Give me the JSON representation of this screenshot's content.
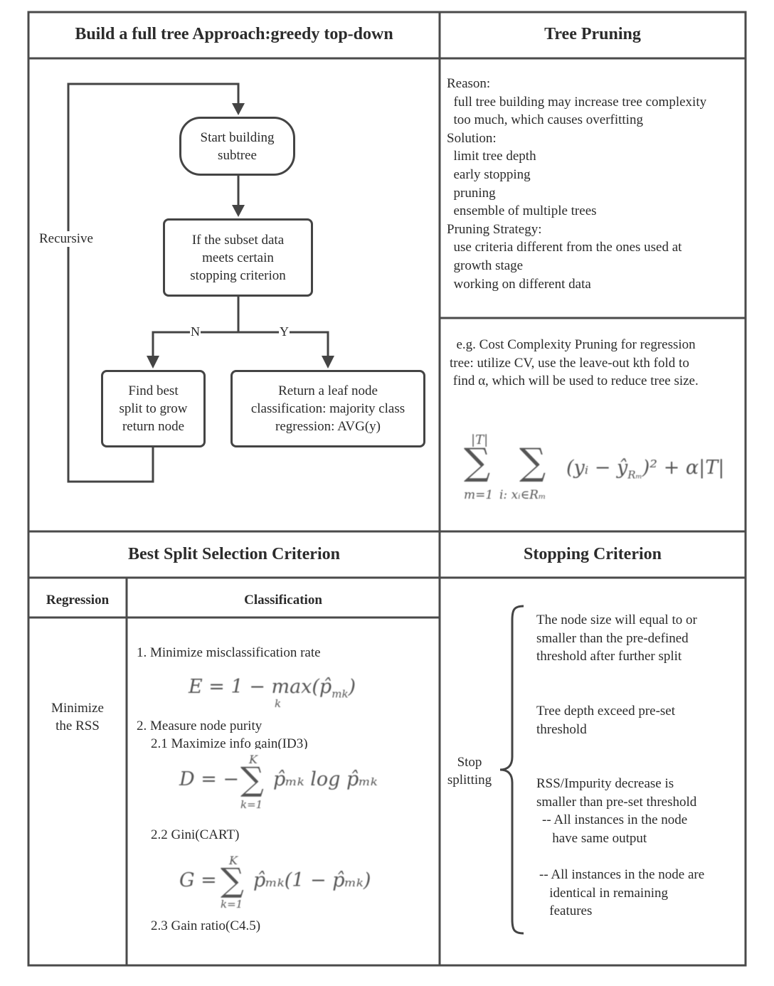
{
  "sections": {
    "build": {
      "title": "Build a full tree Approach:greedy top-down",
      "recursive_label": "Recursive",
      "start_node": "Start building\nsubtree",
      "decision_node": "If the subset data\nmeets certain\nstopping criterion",
      "branch_no": "N",
      "branch_yes": "Y",
      "split_node": "Find best\nsplit to grow\nreturn node",
      "leaf_node": "Return a leaf node\nclassification: majority class\nregression: AVG(y)"
    },
    "pruning": {
      "title": "Tree Pruning",
      "lines": [
        "Reason:",
        "  full tree building may increase tree complexity",
        "  too much, which causes overfitting",
        "Solution:",
        "  limit tree depth",
        "  early stopping",
        "  pruning",
        "  ensemble of multiple trees",
        "Pruning Strategy:",
        "  use criteria different from the ones used at",
        "  growth stage",
        "  working on different data"
      ],
      "example_lines": [
        "  e.g. Cost Complexity Pruning for regression",
        "tree: utilize CV, use the leave-out kth fold to",
        " find α, which will be used to reduce tree size."
      ],
      "formula": {
        "upper_limit": "|T|",
        "lower_limit_outer": "m=1",
        "lower_limit_inner": "i: xᵢ∈Rₘ",
        "body": "(yᵢ − ŷ",
        "body_sub": "Rₘ",
        "body_end": ")² + α|T|"
      }
    },
    "best_split": {
      "title": "Best Split Selection Criterion",
      "col_regression": "Regression",
      "col_classification": "Classification",
      "regression_text": "Minimize\nthe RSS",
      "item1": "1. Minimize misclassification rate",
      "formula_E": "E = 1 − max(p̂",
      "formula_E_sub": "mk",
      "formula_E_under": "k",
      "item2": "2. Measure node purity",
      "item2_1": "2.1 Maximize info gain(ID3)",
      "formula_D": "D = −",
      "formula_D_tail": "p̂ₘₖ log p̂ₘₖ",
      "item2_2": "2.2 Gini(CART)",
      "formula_G": "G =",
      "formula_G_tail": "p̂ₘₖ(1 − p̂ₘₖ)",
      "sum_upper": "K",
      "sum_lower": "k=1",
      "item2_3": "2.3 Gain ratio(C4.5)"
    },
    "stopping": {
      "title": "Stopping Criterion",
      "stop_label": "Stop\nsplitting",
      "criterion1": "The node size will equal to or\nsmaller than the pre-defined\nthreshold after further split",
      "criterion2": "Tree depth exceed pre-set\nthreshold",
      "criterion3": "RSS/Impurity decrease is\nsmaller than pre-set threshold",
      "criterion3a": "-- All instances in the node\n   have same output",
      "criterion3b": "-- All instances in the node are\n   identical in remaining\n   features"
    }
  }
}
